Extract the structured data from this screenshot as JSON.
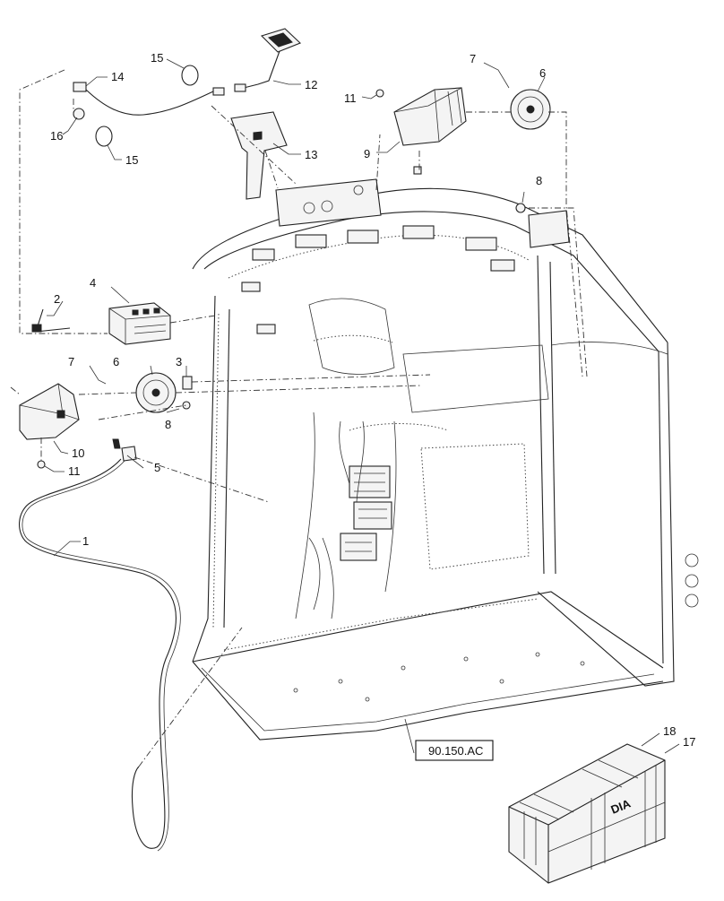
{
  "callouts": [
    {
      "id": "c1",
      "text": "1"
    },
    {
      "id": "c2",
      "text": "2"
    },
    {
      "id": "c3",
      "text": "3"
    },
    {
      "id": "c4",
      "text": "4"
    },
    {
      "id": "c5",
      "text": "5"
    },
    {
      "id": "c6a",
      "text": "6"
    },
    {
      "id": "c6b",
      "text": "6"
    },
    {
      "id": "c7a",
      "text": "7"
    },
    {
      "id": "c7b",
      "text": "7"
    },
    {
      "id": "c8a",
      "text": "8"
    },
    {
      "id": "c8b",
      "text": "8"
    },
    {
      "id": "c9",
      "text": "9"
    },
    {
      "id": "c10",
      "text": "10"
    },
    {
      "id": "c11a",
      "text": "11"
    },
    {
      "id": "c11b",
      "text": "11"
    },
    {
      "id": "c12",
      "text": "12"
    },
    {
      "id": "c13",
      "text": "13"
    },
    {
      "id": "c14",
      "text": "14"
    },
    {
      "id": "c15a",
      "text": "15"
    },
    {
      "id": "c15b",
      "text": "15"
    },
    {
      "id": "c16",
      "text": "16"
    },
    {
      "id": "c17",
      "text": "17"
    },
    {
      "id": "c18",
      "text": "18"
    }
  ],
  "reference": {
    "label": "90.150.AC"
  },
  "crate": {
    "stamp": "DIA"
  }
}
